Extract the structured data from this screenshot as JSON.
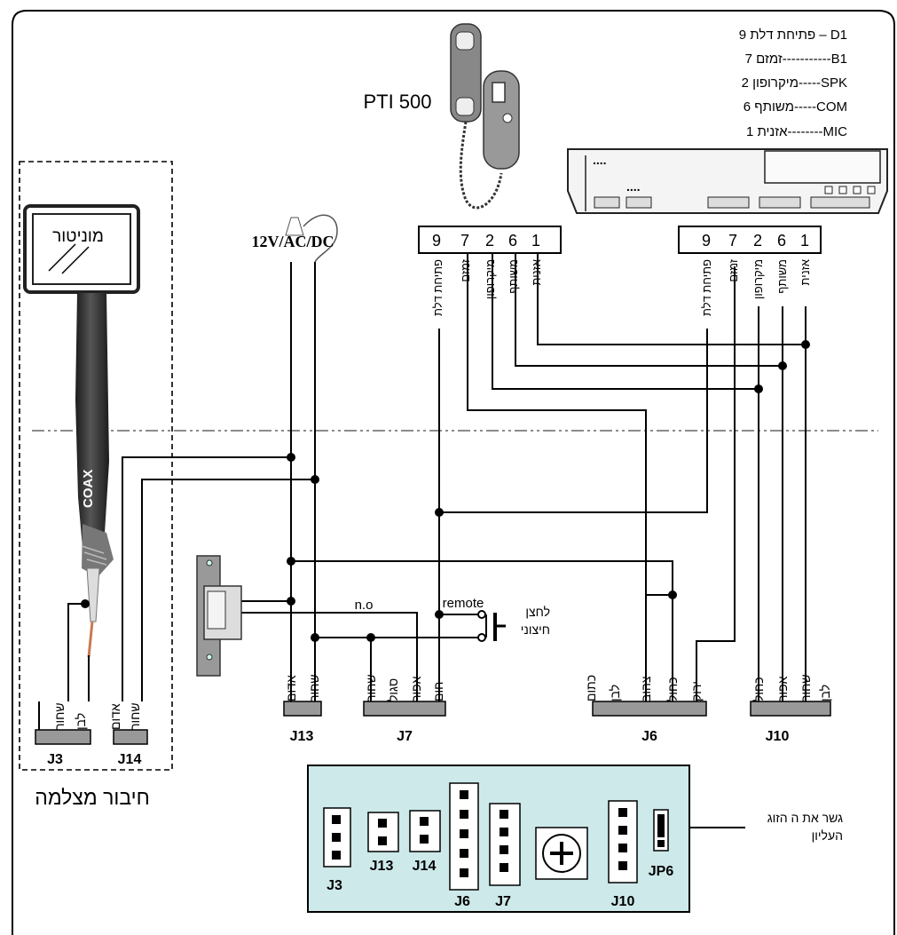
{
  "handset": {
    "model": "PTI 500"
  },
  "legend": [
    "9 פתיחת דלת – D1",
    "7 זמזם-----------B1",
    "2 מיקרופון-----SPK",
    "6 משותף-----COM",
    "1 אזנית--------MIC"
  ],
  "monitor": {
    "label": "מוניטור"
  },
  "cable": {
    "label": "COAX"
  },
  "power": {
    "label": "12V/AC/DC"
  },
  "terminal_left": {
    "numbers": [
      "9",
      "7",
      "2",
      "6",
      "1"
    ],
    "wires": [
      "פתיחת דלת",
      "זמזם",
      "מיקרופון",
      "משותף",
      "אזנית"
    ]
  },
  "terminal_right": {
    "numbers": [
      "9",
      "7",
      "2",
      "6",
      "1"
    ],
    "wires": [
      "פתיחת דלת",
      "זמזם",
      "מיקרופון",
      "משותף",
      "אזנית"
    ]
  },
  "labels": {
    "n_o": "n.o",
    "remote": "remote",
    "external_button_1": "לחצן",
    "external_button_2": "חיצוני",
    "camera_connection": "חיבור מצלמה",
    "jumper_note_1": "גשר את ה הזוג",
    "jumper_note_2": "העליון"
  },
  "connectors": {
    "J3": {
      "name": "J3",
      "wires": [
        "שחור",
        "לבן"
      ]
    },
    "J14": {
      "name": "J14",
      "wires": [
        "אדום",
        "שחור"
      ]
    },
    "J13": {
      "name": "J13",
      "wires": [
        "אדום",
        "שחור"
      ]
    },
    "J7": {
      "name": "J7",
      "wires": [
        "שחור",
        "סגול",
        "אפור",
        "חום"
      ]
    },
    "J6": {
      "name": "J6",
      "wires": [
        "כתום",
        "לבן",
        "צהוב",
        "כחול",
        "ירוק"
      ]
    },
    "J10": {
      "name": "J10",
      "wires": [
        "כחול",
        "אפור",
        "שחור",
        "לבן"
      ]
    }
  },
  "board": {
    "connectors": [
      "J3",
      "J13",
      "J14",
      "J6",
      "J7",
      "J10",
      "JP6"
    ]
  },
  "colors": {
    "board_fill": "#cde9ea",
    "cable": "#3a3a3a"
  }
}
